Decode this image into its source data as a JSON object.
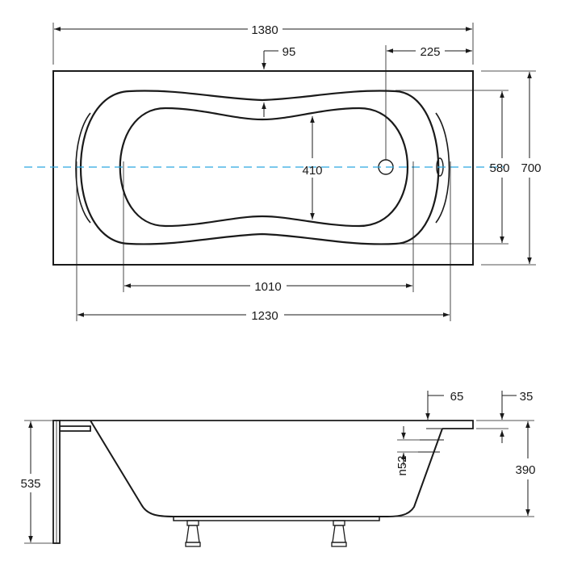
{
  "top_view": {
    "overall_length": "1380",
    "outlet_to_rim": "95",
    "drain_offset": "225",
    "overall_width": "700",
    "inner_width": "580",
    "floor_width": "410",
    "floor_length": "1010",
    "rim_length": "1230"
  },
  "side_view": {
    "height_overall": "535",
    "rim_step": "65",
    "rim_thickness": "35",
    "depth": "390",
    "overflow_label": "n52"
  },
  "colors": {
    "line": "#1a1a1a",
    "centerline": "#2aa8e0"
  }
}
